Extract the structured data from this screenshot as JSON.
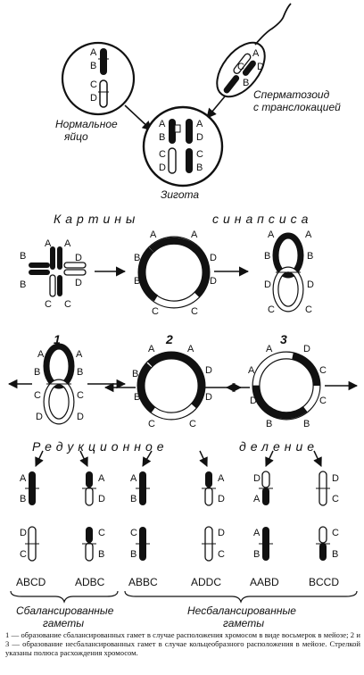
{
  "top": {
    "normal_egg_label": [
      "Нормальное",
      "яйцо"
    ],
    "sperm_label": [
      "Сперматозоид",
      "с транслокацией"
    ],
    "zygote_label": "Зигота"
  },
  "synapsis": {
    "title_left": "Картины",
    "title_right": "синапсиса"
  },
  "division": {
    "word_left": "Редукционное",
    "word_right": "деление"
  },
  "variants": [
    "1",
    "2",
    "3"
  ],
  "gametes": [
    "ABCD",
    "ADBC",
    "ABBC",
    "ADDC",
    "AABD",
    "BCCD"
  ],
  "groups": {
    "balanced": [
      "Сбалансированные",
      "гаметы"
    ],
    "unbalanced": [
      "Несбалансированные",
      "гаметы"
    ]
  },
  "letters": {
    "A": "A",
    "B": "B",
    "C": "C",
    "D": "D"
  },
  "caption": "1 — образование сбалансированных гамет в случае расположения хромосом в виде восьмерок в мейозе; 2 и 3 — образование несбалансированных гамет в случае кольцеобразного расположения в мейозе. Стрелкой указаны полюса расхождения хромосом.",
  "colors": {
    "ink": "#111111",
    "paper": "#ffffff"
  }
}
